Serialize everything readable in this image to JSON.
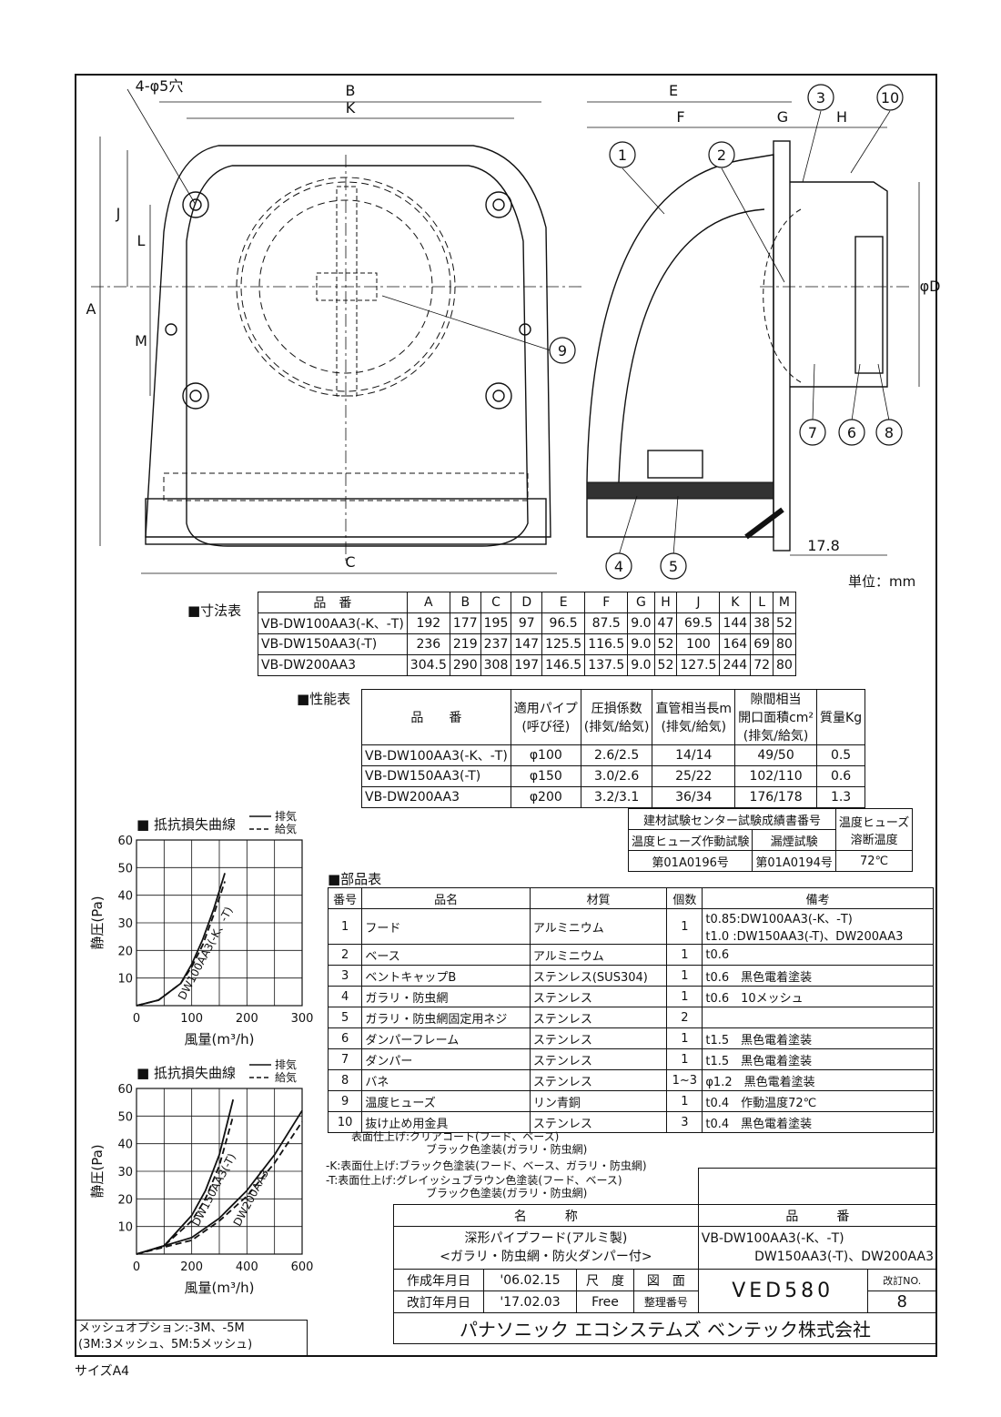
{
  "unit_label": "単位：mm",
  "size_label": "サイズA4",
  "drawing_front": {
    "hole_label": "4-φ5穴",
    "dims": [
      "A",
      "B",
      "C",
      "J",
      "K",
      "L",
      "M"
    ],
    "callout": "9"
  },
  "drawing_side": {
    "dims": [
      "E",
      "F",
      "G",
      "H",
      "φD"
    ],
    "callouts": [
      "1",
      "2",
      "3",
      "4",
      "5",
      "6",
      "7",
      "8",
      "10"
    ],
    "offset_label": "17.8"
  },
  "dimension_table": {
    "label": "■寸法表",
    "headers": [
      "品　番",
      "A",
      "B",
      "C",
      "D",
      "E",
      "F",
      "G",
      "H",
      "J",
      "K",
      "L",
      "M"
    ],
    "rows": [
      [
        "VB-DW100AA3(-K、-T)",
        "192",
        "177",
        "195",
        "97",
        "96.5",
        "87.5",
        "9.0",
        "47",
        "69.5",
        "144",
        "38",
        "52"
      ],
      [
        "VB-DW150AA3(-T)",
        "236",
        "219",
        "237",
        "147",
        "125.5",
        "116.5",
        "9.0",
        "52",
        "100",
        "164",
        "69",
        "80"
      ],
      [
        "VB-DW200AA3",
        "304.5",
        "290",
        "308",
        "197",
        "146.5",
        "137.5",
        "9.0",
        "52",
        "127.5",
        "244",
        "72",
        "80"
      ]
    ]
  },
  "performance_table": {
    "label": "■性能表",
    "headers": [
      "品　　番",
      "適用パイプ\n(呼び径)",
      "圧損係数\n(排気/給気)",
      "直管相当長m\n(排気/給気)",
      "隙間相当\n開口面積cm²\n(排気/給気)",
      "質量Kg"
    ],
    "rows": [
      [
        "VB-DW100AA3(-K、-T)",
        "φ100",
        "2.6/2.5",
        "14/14",
        "49/50",
        "0.5"
      ],
      [
        "VB-DW150AA3(-T)",
        "φ150",
        "3.0/2.6",
        "25/22",
        "102/110",
        "0.6"
      ],
      [
        "VB-DW200AA3",
        "φ200",
        "3.2/3.1",
        "36/34",
        "176/178",
        "1.3"
      ]
    ]
  },
  "test_table": {
    "header_left": "建材試験センター試験成績書番号",
    "header_right": "温度ヒューズ\n溶断温度",
    "sub_1": "温度ヒューズ作動試験",
    "sub_2": "漏煙試験",
    "val_1": "第01A0196号",
    "val_2": "第01A0194号",
    "val_3": "72℃"
  },
  "parts_table": {
    "label": "■部品表",
    "headers": [
      "番号",
      "品名",
      "材質",
      "個数",
      "備考"
    ],
    "rows": [
      [
        "1",
        "フード",
        "アルミニウム",
        "1",
        "t0.85:DW100AA3(-K、-T)\nt1.0 :DW150AA3(-T)、DW200AA3"
      ],
      [
        "2",
        "ベース",
        "アルミニウム",
        "1",
        "t0.6"
      ],
      [
        "3",
        "ベントキャップB",
        "ステンレス(SUS304)",
        "1",
        "t0.6　黒色電着塗装"
      ],
      [
        "4",
        "ガラリ・防虫網",
        "ステンレス",
        "1",
        "t0.6　10メッシュ"
      ],
      [
        "5",
        "ガラリ・防虫網固定用ネジ",
        "ステンレス",
        "2",
        ""
      ],
      [
        "6",
        "ダンパーフレーム",
        "ステンレス",
        "1",
        "t1.5　黒色電着塗装"
      ],
      [
        "7",
        "ダンパー",
        "ステンレス",
        "1",
        "t1.5　黒色電着塗装"
      ],
      [
        "8",
        "バネ",
        "ステンレス",
        "1~3",
        "φ1.2　黒色電着塗装"
      ],
      [
        "9",
        "温度ヒューズ",
        "リン青銅",
        "1",
        "t0.4　作動温度72℃"
      ],
      [
        "10",
        "抜け止め用金具",
        "ステンレス",
        "3",
        "t0.4　黒色電着塗装"
      ]
    ]
  },
  "finish_notes": [
    "表面仕上げ:クリアコート(フード、ベース)",
    "ブラック色塗装(ガラリ・防虫網)",
    "-K:表面仕上げ:ブラック色塗装(フード、ベース、ガラリ・防虫網)",
    "-T:表面仕上げ:グレイッシュブラウン色塗装(フード、ベース)",
    "ブラック色塗装(ガラリ・防虫網)"
  ],
  "title_block": {
    "name_header": "名　　　称",
    "number_header": "品　　　番",
    "name_line1": "深形パイプフード(アルミ製)",
    "name_line2": "<ガラリ・防虫網・防火ダンパー付>",
    "number_line1": "VB-DW100AA3(-K、-T)",
    "number_line2": "DW150AA3(-T)、DW200AA3",
    "created_label": "作成年月日",
    "created_date": "'06.02.15",
    "revised_label": "改訂年月日",
    "revised_date": "'17.02.03",
    "scale_label": "尺　度",
    "scale_value": "Free",
    "drawing_label": "図　面",
    "ref_label": "整理番号",
    "drawing_number": "VED580",
    "revision_label": "改訂NO.",
    "revision_number": "8",
    "company": "パナソニック エコシステムズ ベンテック株式会社"
  },
  "mesh_option": {
    "line1": "メッシュオプション:-3M、-5M",
    "line2": "(3M:3メッシュ、5M:5メッシュ)"
  },
  "chart_data": [
    {
      "type": "line",
      "title": "■ 抵抗損失曲線",
      "legend": [
        "排気",
        "給気"
      ],
      "xlabel": "風量(m³/h)",
      "ylabel": "静圧(Pa)",
      "xlim": [
        0,
        300
      ],
      "ylim": [
        0,
        60
      ],
      "xticks": [
        "0",
        "100",
        "200",
        "300"
      ],
      "yticks": [
        "10",
        "20",
        "30",
        "40",
        "50",
        "60"
      ],
      "series": [
        {
          "name": "DW100AA3(-K、-T)",
          "style": "solid",
          "x": [
            0,
            40,
            80,
            100,
            120,
            140,
            160
          ],
          "y": [
            0,
            2,
            8,
            15,
            24,
            35,
            48
          ]
        },
        {
          "name": "DW100AA3(-K、-T)",
          "style": "dashed",
          "x": [
            0,
            40,
            80,
            100,
            120,
            140,
            160
          ],
          "y": [
            0,
            2,
            8,
            14,
            22,
            33,
            45
          ]
        }
      ]
    },
    {
      "type": "line",
      "title": "■ 抵抗損失曲線",
      "legend": [
        "排気",
        "給気"
      ],
      "xlabel": "風量(m³/h)",
      "ylabel": "静圧(Pa)",
      "xlim": [
        0,
        600
      ],
      "ylim": [
        0,
        60
      ],
      "xticks": [
        "0",
        "200",
        "400",
        "600"
      ],
      "yticks": [
        "10",
        "20",
        "30",
        "40",
        "50",
        "60"
      ],
      "series": [
        {
          "name": "DW150AA3(-T)",
          "style": "solid",
          "x": [
            0,
            100,
            200,
            250,
            300,
            350
          ],
          "y": [
            0,
            3,
            14,
            23,
            36,
            56
          ]
        },
        {
          "name": "DW150AA3(-T)",
          "style": "dashed",
          "x": [
            0,
            100,
            200,
            250,
            300,
            350
          ],
          "y": [
            0,
            3,
            12,
            20,
            32,
            50
          ]
        },
        {
          "name": "DW200AA3",
          "style": "solid",
          "x": [
            0,
            200,
            300,
            400,
            500,
            600
          ],
          "y": [
            0,
            6,
            13,
            23,
            36,
            52
          ]
        },
        {
          "name": "DW200AA3",
          "style": "dashed",
          "x": [
            0,
            200,
            300,
            400,
            500,
            600
          ],
          "y": [
            0,
            5,
            12,
            21,
            33,
            48
          ]
        }
      ]
    }
  ]
}
